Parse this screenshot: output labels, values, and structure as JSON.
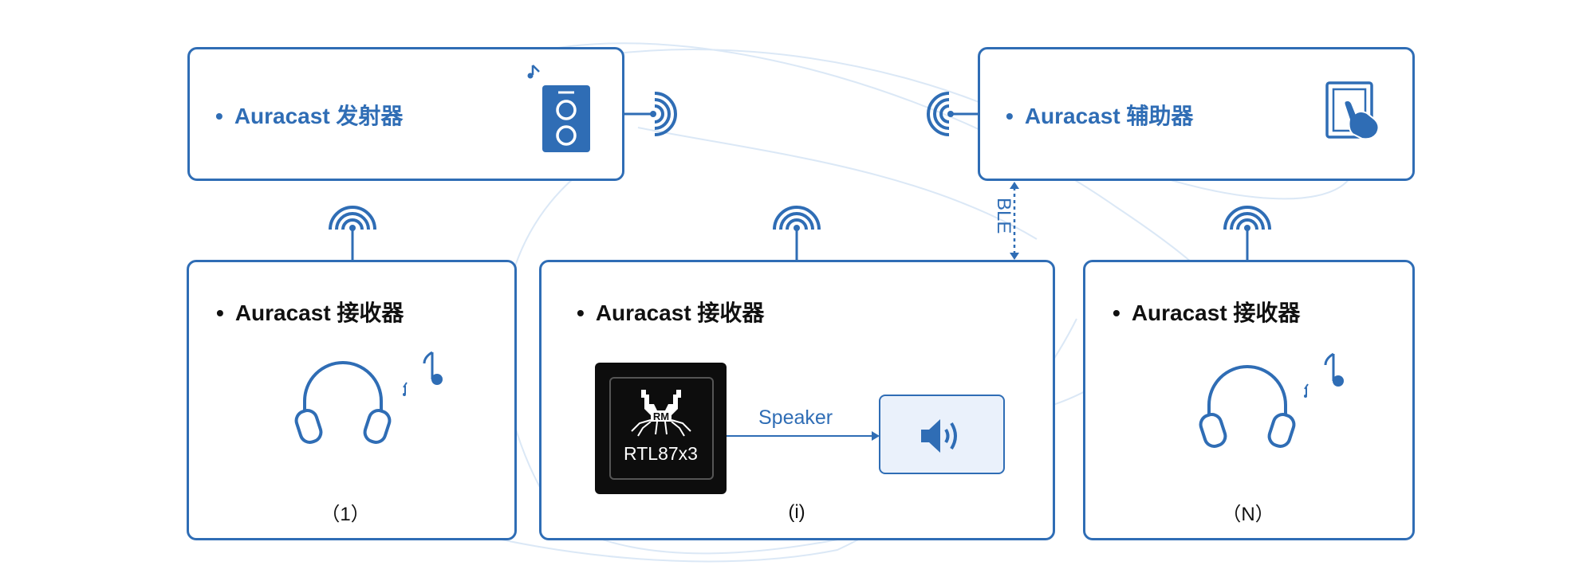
{
  "transmitter": {
    "bullet": "•",
    "title": "Auracast 发射器"
  },
  "assistant": {
    "bullet": "•",
    "title": "Auracast 辅助器"
  },
  "receivers": [
    {
      "bullet": "•",
      "title": "Auracast 接收器",
      "index": "（1）"
    },
    {
      "bullet": "•",
      "title": "Auracast 接收器",
      "index": "(i)",
      "chip_label": "RTL87x3",
      "link_label": "Speaker"
    },
    {
      "bullet": "•",
      "title": "Auracast 接收器",
      "index": "（N）"
    }
  ],
  "ble_label": "BLE",
  "colors": {
    "accent": "#2f6db5",
    "chip": "#0d0d0d",
    "speaker_fill": "#eaf1fb",
    "waves": "#dbe8f6"
  },
  "icons": {
    "transmitter": "speaker-device-icon",
    "assistant": "touch-panel-icon",
    "broadcast": "broadcast-signal-icon",
    "receiver": "headphones-icon",
    "note": "music-note-icon",
    "chip": "realtek-logo-icon",
    "speaker": "volume-speaker-icon"
  }
}
